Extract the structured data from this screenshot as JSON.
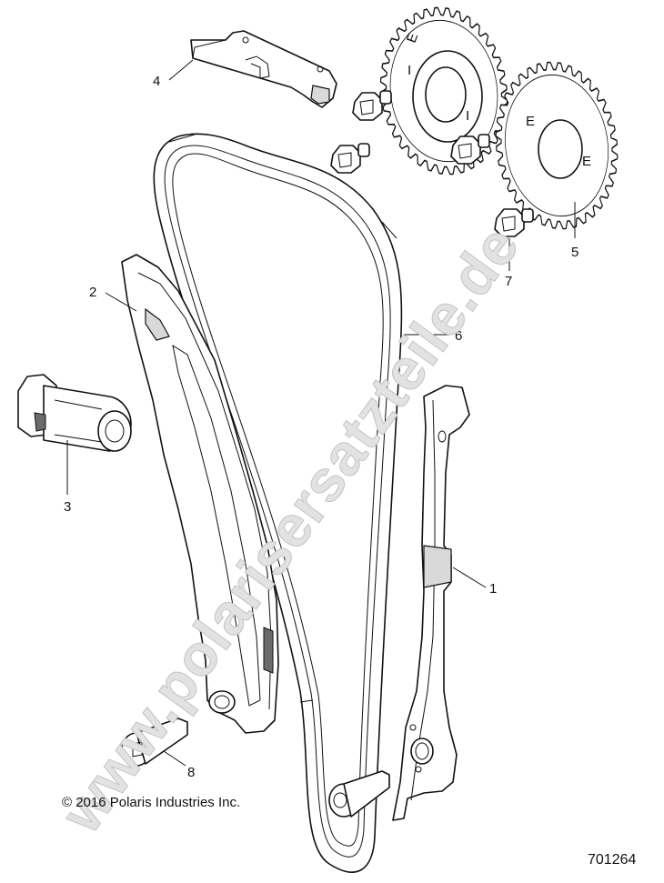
{
  "diagram": {
    "callouts": [
      {
        "id": "1",
        "label": "1"
      },
      {
        "id": "2",
        "label": "2"
      },
      {
        "id": "3",
        "label": "3"
      },
      {
        "id": "4",
        "label": "4"
      },
      {
        "id": "5",
        "label": "5"
      },
      {
        "id": "6",
        "label": "6"
      },
      {
        "id": "7",
        "label": "7"
      },
      {
        "id": "8",
        "label": "8"
      }
    ],
    "parts": [
      "chain-guide-fixed",
      "chain-tensioner-blade",
      "hydraulic-tensioner",
      "upper-chain-guide",
      "cam-sprocket",
      "timing-chain",
      "sprocket-bolt",
      "pivot-bolt"
    ]
  },
  "watermark": "www.polarisersatzteile.de",
  "copyright": "© 2016 Polaris Industries Inc.",
  "reference_number": "701264"
}
